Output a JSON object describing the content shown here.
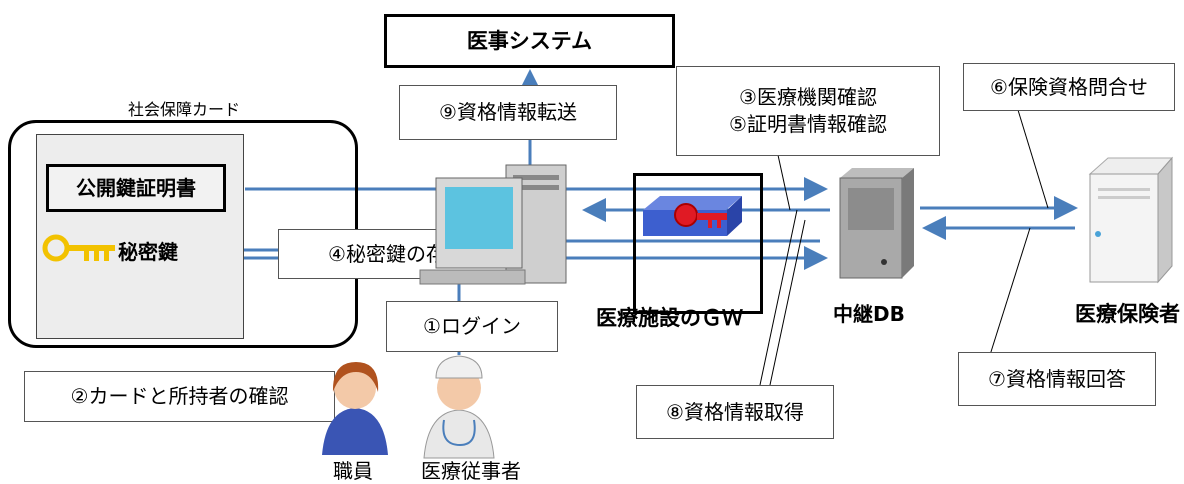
{
  "system": {
    "label": "医事システム"
  },
  "card": {
    "caption": "社会保障カード",
    "certificate": "公開鍵証明書",
    "private_key": "秘密鍵"
  },
  "steps": {
    "s1": "①ログイン",
    "s2": "②カードと所持者の確認",
    "s3": "③医療機関確認",
    "s4": "④秘密鍵の存在確認",
    "s5": "⑤証明書情報確認",
    "s6": "⑥保険資格問合せ",
    "s7": "⑦資格情報回答",
    "s8": "⑧資格情報取得",
    "s9": "⑨資格情報転送"
  },
  "nodes": {
    "gateway": "医療施設のＧＷ",
    "relay_db": "中継DB",
    "insurer": "医療保険者",
    "staff": "職員",
    "practitioner": "医療従事者"
  },
  "colors": {
    "arrow": "#4a7ebb",
    "key": "#f2c200",
    "gw_body": "#3d5fcf",
    "gw_red": "#e01a24"
  }
}
